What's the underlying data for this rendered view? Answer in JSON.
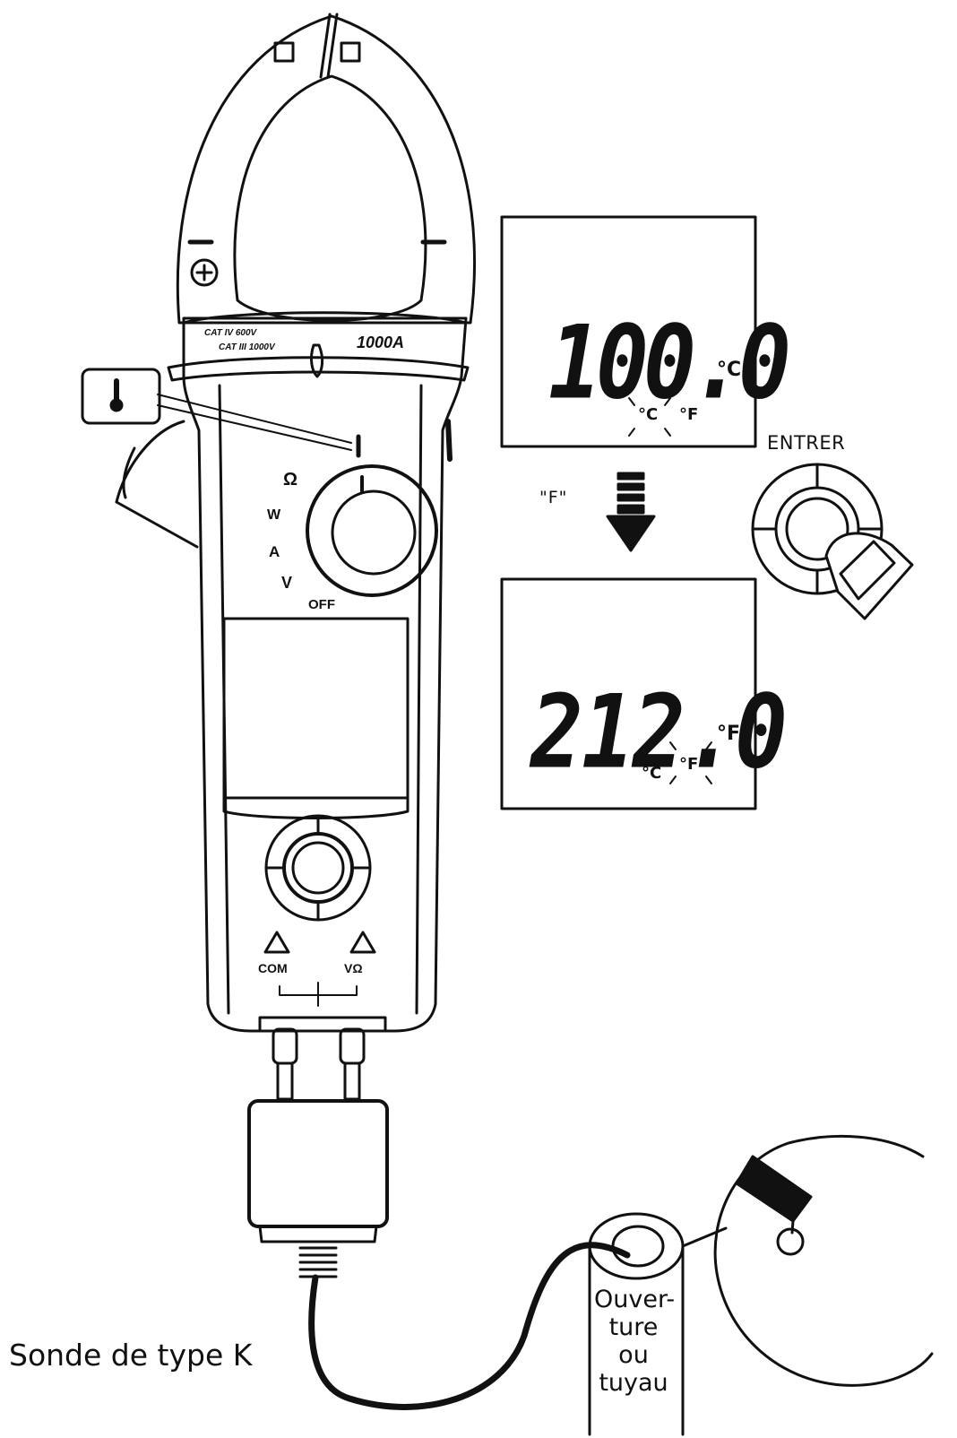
{
  "labels": {
    "entrer": "ENTRER",
    "unit_select": "\"F\"",
    "probe": "Sonde de type K",
    "pipe_lines": [
      "Ouver-",
      "ture",
      "ou",
      "tuyau"
    ]
  },
  "display_top": {
    "reading": "100.0",
    "unit": "°C",
    "indicators": [
      "°C",
      "°F"
    ]
  },
  "display_bottom": {
    "reading": "212.0",
    "unit": "°F",
    "indicators": [
      "°C",
      "°F"
    ]
  },
  "meter": {
    "cat_ratings": [
      "CAT IV 600V",
      "CAT III 1000V"
    ],
    "current_rating": "1000A",
    "dial_positions": [
      "Ω",
      "W",
      "A",
      "V",
      "OFF"
    ],
    "terminals": [
      "COM",
      "VΩ"
    ]
  },
  "icons": [
    "thermometer-icon",
    "push-button-icon",
    "arrow-down-icon",
    "warning-icon"
  ]
}
